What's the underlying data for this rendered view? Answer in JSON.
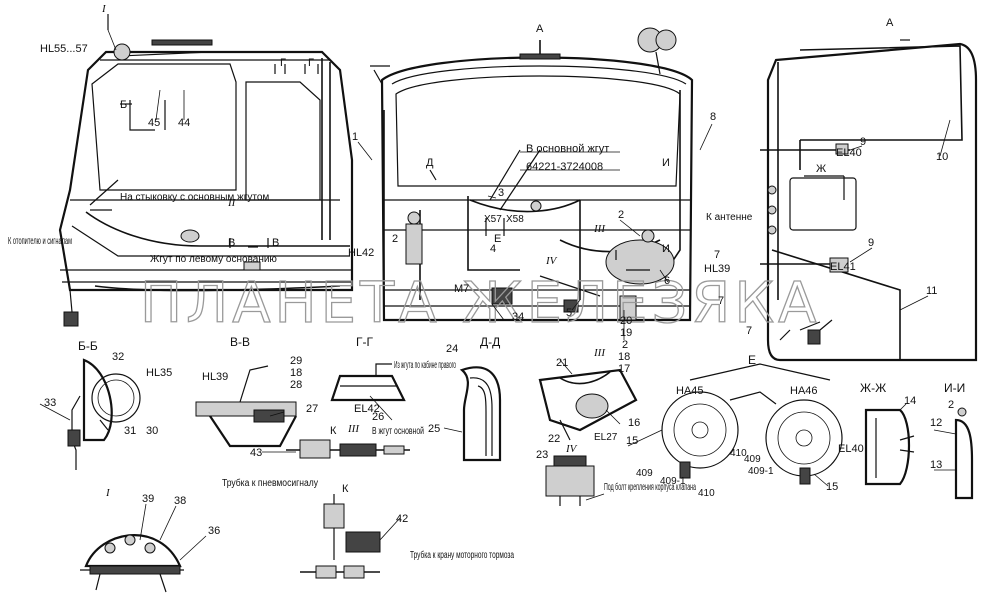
{
  "watermark": "ПЛАНЕТА ЖЕЛЕЗЯКА",
  "labels": {
    "hl55_57": "HL55...57",
    "roman_1_top": "I",
    "view_a_center": "А",
    "view_a_right": "А",
    "b_arrow": "Б",
    "g_left": "Г",
    "g_right": "Г",
    "v_left": "В",
    "v_right": "В",
    "d_arrow": "Д",
    "i_arrow_top": "И",
    "i_arrow_mid": "И",
    "e_arrow": "Е",
    "zh_arrow": "Ж",
    "roman_2": "II",
    "roman_3": "III",
    "roman_4": "IV",
    "n45": "45",
    "n44": "44",
    "n1": "1",
    "n8": "8",
    "n10": "10",
    "n9a": "9",
    "n9b": "9",
    "n11": "11",
    "n7a": "7",
    "n7b": "7",
    "n7c": "7",
    "n2a": "2",
    "n2b": "2",
    "n2c": "2",
    "n3": "3",
    "n4": "4",
    "n5": "5",
    "n6": "6",
    "n34": "34",
    "n19": "19",
    "n20": "20",
    "el40_top": "EL40",
    "el41": "EL41",
    "hl39_top": "HL39",
    "hl42": "HL42",
    "m7": "M7",
    "x57": "X57",
    "x58": "X58",
    "k_antenne": "К антенне",
    "to_main_harness": "На стыковку с основным жгутом",
    "to_heater": "К отопителю и сигналам",
    "left_harness": "Жгут по левому основанию",
    "main_harness": "В основной жгут",
    "main_harness_code": "64221-3724008"
  },
  "sections": {
    "bb": {
      "title": "Б-Б",
      "hl35": "HL35",
      "n32": "32",
      "n33": "33",
      "n31": "31",
      "n30": "30"
    },
    "vv": {
      "title": "В-В",
      "hl39": "HL39",
      "n29": "29",
      "n18": "18",
      "n28": "28",
      "n27": "27"
    },
    "gg": {
      "title": "Г-Г",
      "from_harness": "Из жгута по кабине правого",
      "el42": "EL42",
      "n26": "26"
    },
    "dd": {
      "title": "Д-Д",
      "n24": "24",
      "n25": "25"
    },
    "iii_detail": {
      "n21": "21",
      "roman": "III",
      "n18": "18",
      "n17": "17",
      "n22": "22",
      "n16": "16",
      "el27": "EL27"
    },
    "iv_detail": {
      "n23": "23",
      "roman": "IV",
      "note": "Под болт крепления корпуса клапана"
    },
    "e_view": {
      "title": "Е",
      "ha45": "НА45",
      "ha46": "НА46",
      "n15a": "15",
      "n15b": "15",
      "n409a": "409",
      "n4091a": "409-1",
      "n410a": "410",
      "n410b": "410",
      "n409b": "409",
      "n4091b": "409-1"
    },
    "zhzh": {
      "title": "Ж-Ж",
      "n14": "14",
      "el40": "EL40"
    },
    "ii_view": {
      "title": "И-И",
      "n2": "2",
      "n12": "12",
      "n13": "13"
    },
    "pneumo": {
      "k_top": "К",
      "roman": "III",
      "to_main": "В жгут основной",
      "n43": "43",
      "tube_pneumo": "Трубка к пневмосигналу",
      "k_bottom": "К",
      "n42": "42",
      "tube_brake": "Трубка к крану моторного тормоза"
    },
    "i_view": {
      "title": "I",
      "n39": "39",
      "n38": "38",
      "n36": "36"
    }
  }
}
